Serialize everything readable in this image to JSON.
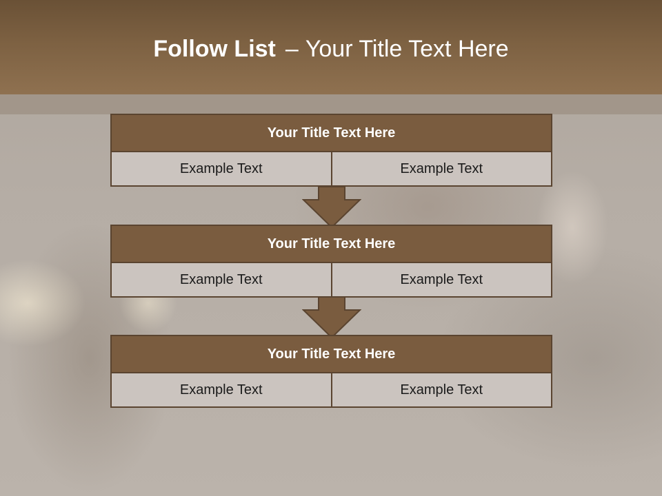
{
  "slide": {
    "title_bold": "Follow List",
    "title_separator": "–",
    "title_rest": "Your Title Text Here"
  },
  "colors": {
    "header": "#7d6142",
    "box_header": "#7a5c3f",
    "box_cell": "#cbc4bf",
    "border": "#5a4430"
  },
  "blocks": [
    {
      "title": "Your Title Text Here",
      "left": "Example Text",
      "right": "Example Text"
    },
    {
      "title": "Your Title Text Here",
      "left": "Example Text",
      "right": "Example Text"
    },
    {
      "title": "Your Title Text Here",
      "left": "Example Text",
      "right": "Example Text"
    }
  ],
  "icons": [
    "down-arrow-icon",
    "down-arrow-icon"
  ]
}
